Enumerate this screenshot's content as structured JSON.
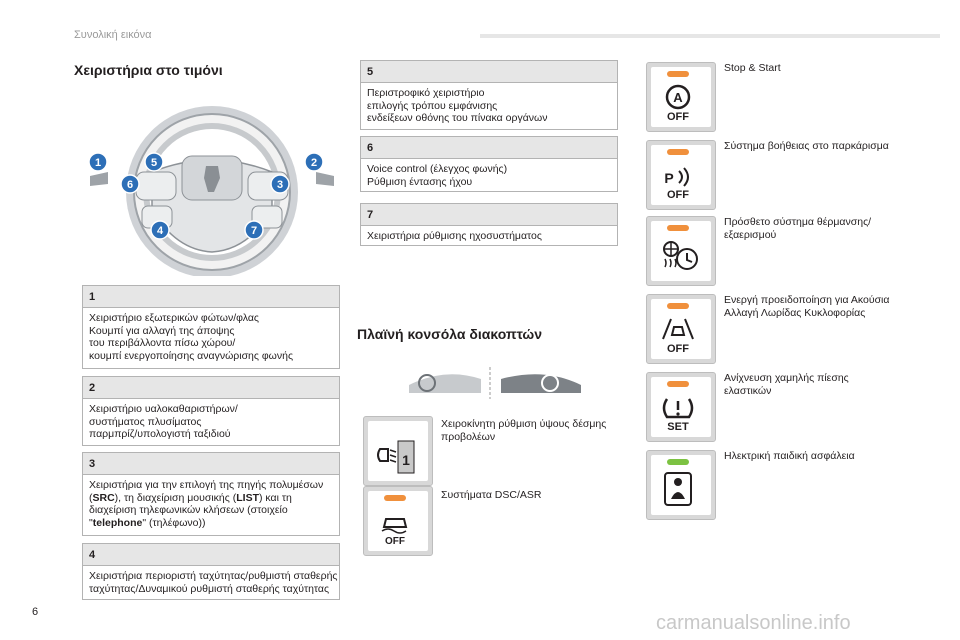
{
  "header": {
    "section": "Συνολική εικόνα"
  },
  "steering": {
    "title": "Χειριστήρια στο τιμόνι",
    "callouts": [
      "1",
      "2",
      "3",
      "4",
      "5",
      "6",
      "7"
    ],
    "boxes": [
      {
        "num": "1",
        "lines": [
          "Χειριστήριο εξωτερικών φώτων/φλας",
          "Κουμπί για αλλαγή της άποψης",
          "του περιβάλλοντα πίσω χώρου/",
          "κουμπί ενεργοποίησης αναγνώρισης φωνής"
        ]
      },
      {
        "num": "2",
        "lines": [
          "Χειριστήριο υαλοκαθαριστήρων/",
          "συστήματος πλυσίματος",
          "παρμπρίζ/υπολογιστή ταξιδιού"
        ]
      },
      {
        "num": "3",
        "lines": [
          "Χειριστήρια για την επιλογή της πηγής πολυμέσων",
          "(SRC), τη διαχείριση μουσικής (LIST) και τη",
          "διαχείριση τηλεφωνικών κλήσεων (στοιχείο",
          "\"telephone\" (τηλέφωνο))"
        ]
      },
      {
        "num": "4",
        "lines": [
          "Χειριστήρια περιοριστή ταχύτητας/ρυθμιστή σταθερής",
          "ταχύτητας/Δυναμικού ρυθμιστή σταθερής ταχύτητας"
        ]
      },
      {
        "num": "5",
        "lines": [
          "Περιστροφικό χειριστήριο",
          "επιλογής τρόπου εμφάνισης",
          "ενδείξεων οθόνης του πίνακα οργάνων"
        ]
      },
      {
        "num": "6",
        "lines": [
          "Voice control (έλεγχος φωνής)",
          "Ρύθμιση έντασης ήχου"
        ]
      },
      {
        "num": "7",
        "lines": [
          "Χειριστήρια ρύθμισης ηχοσυστήματος"
        ]
      }
    ]
  },
  "panel": {
    "title": "Πλαϊνή κονσόλα διακοπτών",
    "items": [
      {
        "icon": "headlamp-level-icon",
        "lines": [
          "Χειροκίνητη ρύθμιση ύψους δέσμης",
          "προβολέων"
        ],
        "icon_text": "1"
      },
      {
        "icon": "dsc-asr-off-icon",
        "lines": [
          "Συστήματα DSC/ASR"
        ],
        "icon_text": "OFF",
        "led": "orange"
      }
    ]
  },
  "right_column": [
    {
      "icon": "stop-start-off-icon",
      "lines": [
        "Stop & Start"
      ],
      "icon_text": "OFF",
      "led": "orange"
    },
    {
      "icon": "park-assist-off-icon",
      "lines": [
        "Σύστημα βοήθειας στο παρκάρισμα"
      ],
      "icon_text": "OFF",
      "led": "orange"
    },
    {
      "icon": "auxiliary-heating-icon",
      "lines": [
        "Πρόσθετο σύστημα θέρμανσης/",
        "εξαερισμού"
      ],
      "icon_text": "",
      "led": "orange"
    },
    {
      "icon": "lane-departure-off-icon",
      "lines": [
        "Ενεργή προειδοποίηση για Ακούσια",
        "Αλλαγή Λωρίδας Κυκλοφορίας"
      ],
      "icon_text": "OFF",
      "led": "orange"
    },
    {
      "icon": "tyre-pressure-set-icon",
      "lines": [
        "Ανίχνευση χαμηλής πίεσης",
        "ελαστικών"
      ],
      "icon_text": "SET",
      "led": "orange"
    },
    {
      "icon": "child-lock-icon",
      "lines": [
        "Ηλεκτρική παιδική ασφάλεια"
      ],
      "icon_text": "",
      "led": "green"
    }
  ],
  "footer": {
    "page": "6",
    "watermark": "carmanualsonline.info"
  },
  "colors": {
    "led_orange": "#f0903c",
    "led_green": "#7cc242",
    "callout_blue": "#2d6fb7"
  }
}
